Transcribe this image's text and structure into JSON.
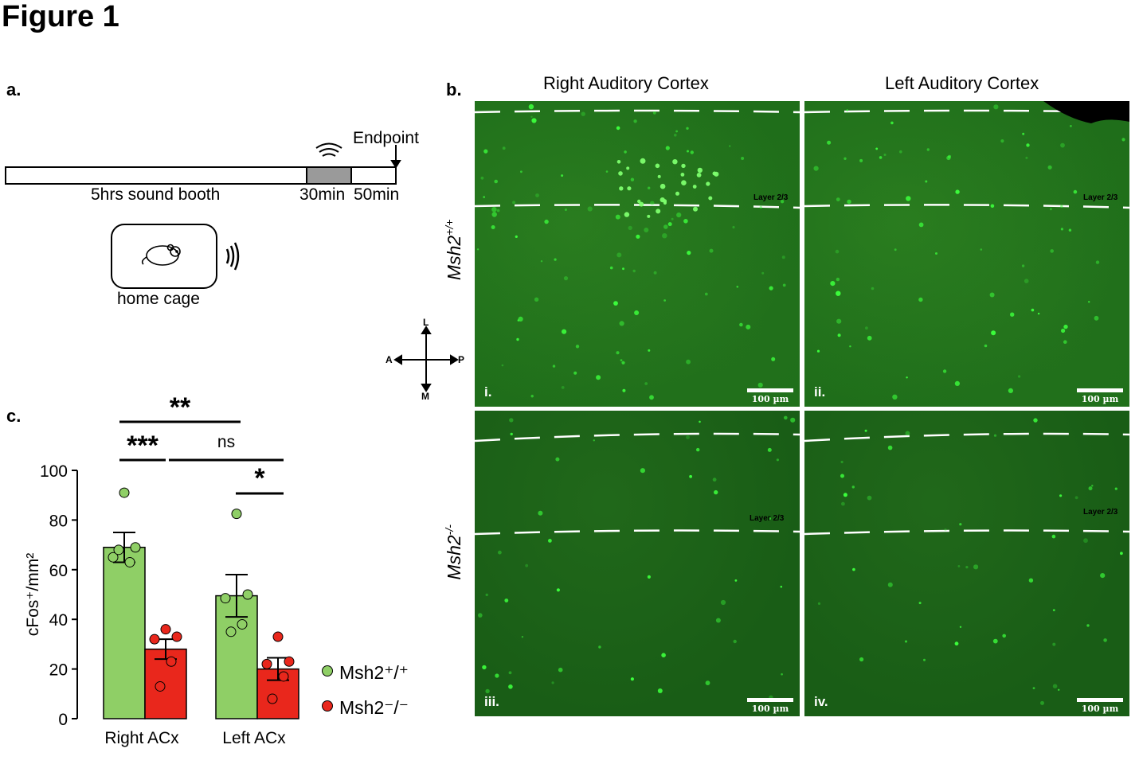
{
  "figure_title": "Figure 1",
  "panel_a": {
    "letter": "a.",
    "booth_label": "5hrs sound booth",
    "stim_label": "30min",
    "post_label": "50min",
    "endpoint_label": "Endpoint",
    "cage_label": "home cage"
  },
  "panel_b": {
    "letter": "b.",
    "col_titles": [
      "Right Auditory Cortex",
      "Left Auditory Cortex"
    ],
    "row_labels": [
      {
        "gene": "Msh2",
        "sup": "+/+"
      },
      {
        "gene": "Msh2",
        "sup": "-/-"
      }
    ],
    "panels": [
      {
        "roman": "i.",
        "scale": "100 µm",
        "layer": "Layer 2/3"
      },
      {
        "roman": "ii.",
        "scale": "100 µm",
        "layer": "Layer 2/3"
      },
      {
        "roman": "iii.",
        "scale": "100 µm",
        "layer": "Layer 2/3"
      },
      {
        "roman": "iv.",
        "scale": "100 µm",
        "layer": "Layer 2/3"
      }
    ],
    "compass": {
      "L": "L",
      "A": "A",
      "P": "P",
      "M": "M"
    },
    "colors": {
      "tissue": "#1f6e1a",
      "cell": "#3cff3c"
    }
  },
  "panel_c": {
    "letter": "c."
  },
  "chart_data": {
    "type": "bar",
    "categories": [
      "Right ACx",
      "Left ACx"
    ],
    "ylabel": "cFos⁺/mm²",
    "ylim": [
      0,
      100
    ],
    "yticks": [
      0,
      20,
      40,
      60,
      80,
      100
    ],
    "series": [
      {
        "name": "Msh2⁺/⁺",
        "color": "#8fcf66",
        "means": [
          69,
          49.5
        ],
        "sem": [
          6,
          8.5
        ],
        "points": [
          [
            91,
            69,
            65,
            63,
            68
          ],
          [
            82.5,
            50,
            48.5,
            38,
            35
          ]
        ]
      },
      {
        "name": "Msh2⁻/⁻",
        "color": "#e9271c",
        "means": [
          28,
          20
        ],
        "sem": [
          4,
          4.5
        ],
        "points": [
          [
            36,
            33,
            32,
            23,
            13
          ],
          [
            33,
            23,
            22,
            17,
            8
          ]
        ]
      }
    ],
    "significance": [
      {
        "label": "**",
        "from": "Right ACx Msh2+/+",
        "to": "Left ACx Msh2+/+"
      },
      {
        "label": "***",
        "from": "Right ACx Msh2+/+",
        "to": "Right ACx Msh2-/-"
      },
      {
        "label": "ns",
        "from": "Right ACx Msh2-/-",
        "to": "Left ACx Msh2-/-"
      },
      {
        "label": "*",
        "from": "Left ACx Msh2+/+",
        "to": "Left ACx Msh2-/-"
      }
    ],
    "legend_position": "right"
  }
}
